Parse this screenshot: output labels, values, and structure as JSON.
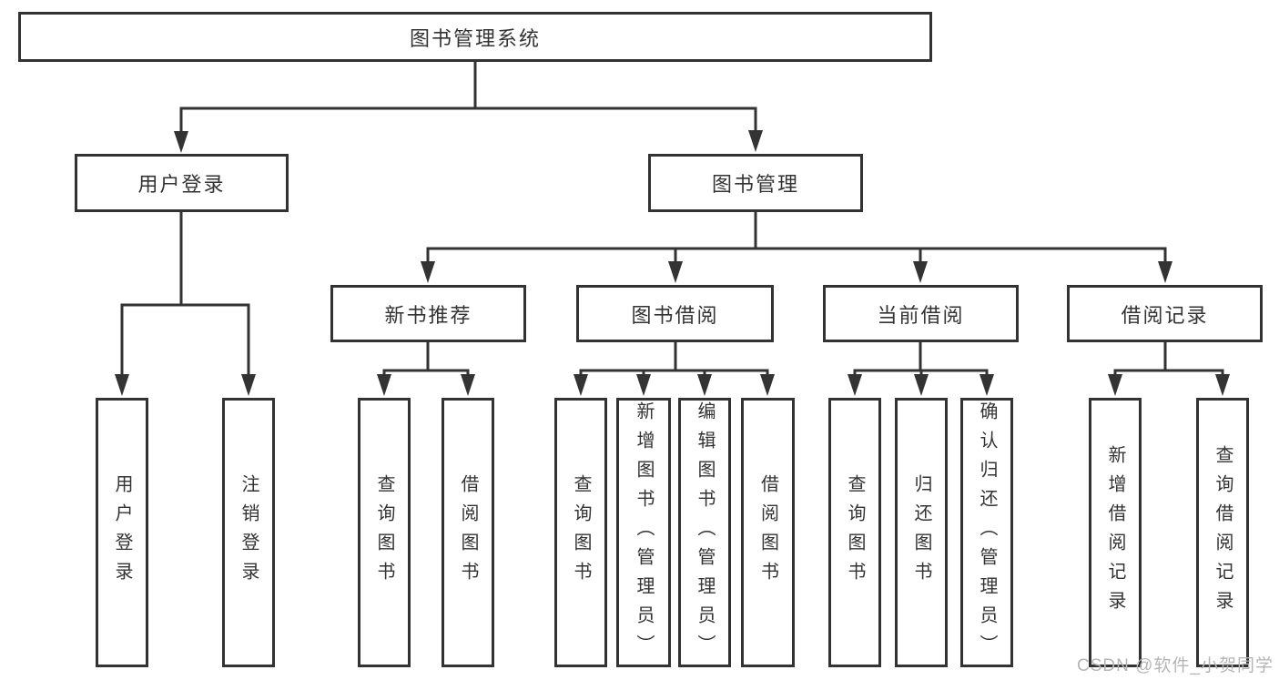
{
  "colors": {
    "line": "#333333",
    "text": "#333333",
    "watermark": "#b5b5b5",
    "background": "#ffffff"
  },
  "watermark": {
    "text": "CSDN @软件_小贺同学"
  },
  "tree": {
    "root": {
      "label": "图书管理系统"
    },
    "user_login": {
      "label": "用户登录",
      "leaves": [
        {
          "label": "用户登录"
        },
        {
          "label": "注销登录"
        }
      ]
    },
    "book_management": {
      "label": "图书管理"
    },
    "new_book": {
      "label": "新书推荐",
      "leaves": [
        {
          "label": "查询图书"
        },
        {
          "label": "借阅图书"
        }
      ]
    },
    "book_borrow": {
      "label": "图书借阅",
      "leaves": [
        {
          "label": "查询图书"
        },
        {
          "label": "新增图书（管理员）"
        },
        {
          "label": "编辑图书（管理员）"
        },
        {
          "label": "借阅图书"
        }
      ]
    },
    "current_borrow": {
      "label": "当前借阅",
      "leaves": [
        {
          "label": "查询图书"
        },
        {
          "label": "归还图书"
        },
        {
          "label": "确认归还（管理员）"
        }
      ]
    },
    "borrow_records": {
      "label": "借阅记录",
      "leaves": [
        {
          "label": "新增借阅记录"
        },
        {
          "label": "查询借阅记录"
        }
      ]
    }
  }
}
